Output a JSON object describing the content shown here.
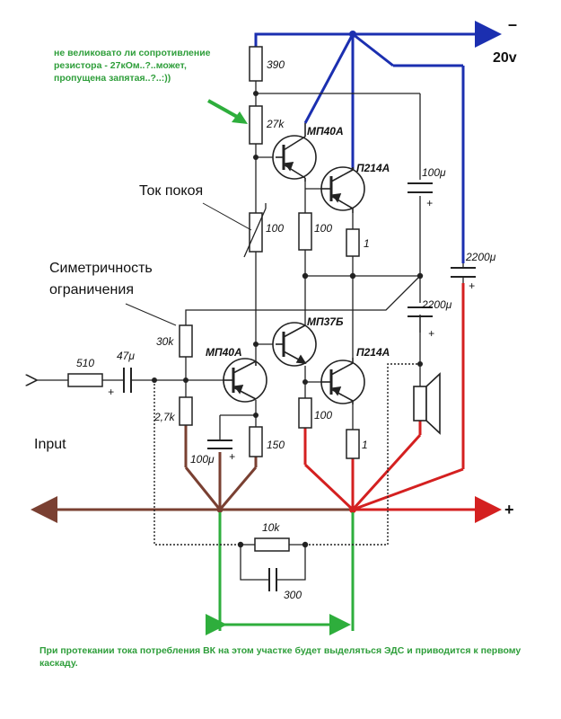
{
  "colors": {
    "negative_rail": "#1b2fb0",
    "positive_rail": "#d42020",
    "ground": "#7a4032",
    "feedback": "#2eae3c",
    "annotation": "#2e9e3a",
    "wire": "#222222"
  },
  "supply": {
    "minus_sign": "–",
    "voltage": "20v",
    "plus_sign": "+"
  },
  "annotations": {
    "resistor_note": "не великовато ли сопротивление резистора - 27кОм..?..может, пропущена запятая..?..:))",
    "quiescent_current": "Ток покоя",
    "symmetry_line1": "Симетричность",
    "symmetry_line2": "ограничения",
    "input": "Input",
    "feedback_note": "При протекании тока потребления ВК на этом участке будет выделяться ЭДС и приводится к первому каскаду."
  },
  "components": {
    "r_390": "390",
    "r_27k": "27k",
    "r_100_trim": "100",
    "r_100_a": "100",
    "r_1_a": "1",
    "r_30k": "30k",
    "r_510": "510",
    "c_47u": "47μ",
    "r_2_7k": "2,7k",
    "c_100u_a": "100μ",
    "r_150": "150",
    "r_100_b": "100",
    "r_1_b": "1",
    "c_100u_b": "100μ",
    "c_2200u_a": "2200μ",
    "c_2200u_b": "2200μ",
    "r_10k": "10k",
    "c_300": "300",
    "cap_plus": "+"
  },
  "transistors": {
    "q1": "МП40А",
    "q2": "П214А",
    "q3": "МП37Б",
    "q4": "МП40А",
    "q5": "П214А"
  }
}
